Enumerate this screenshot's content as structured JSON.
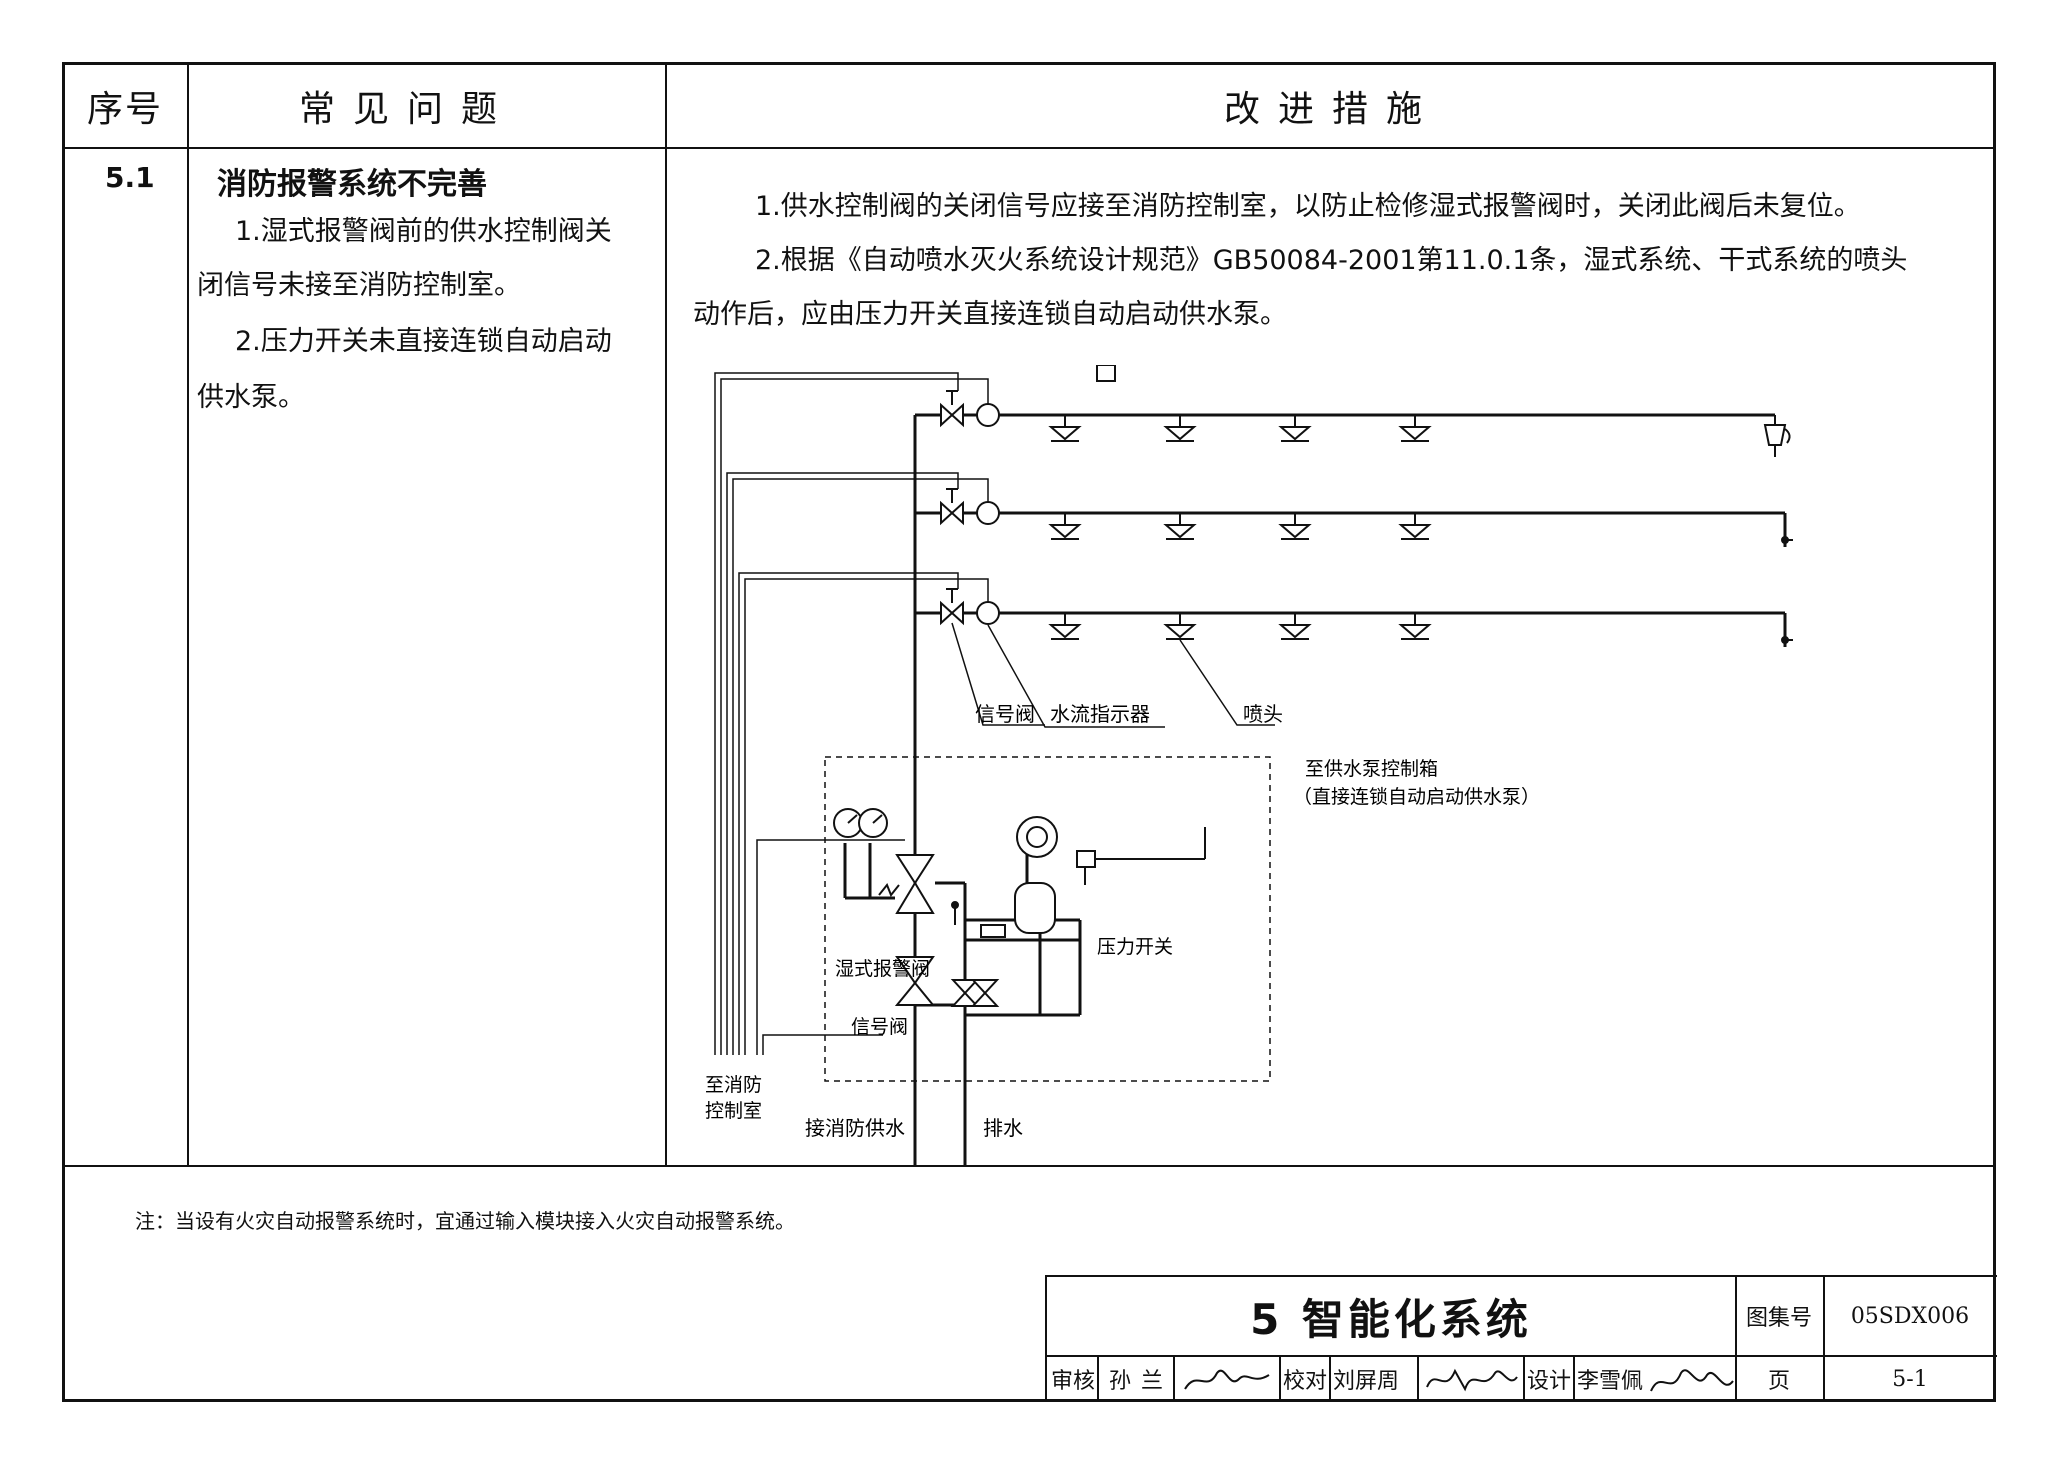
{
  "header": {
    "col_no": "序号",
    "col_problem": "常见问题",
    "col_measure": "改进措施"
  },
  "row": {
    "number": "5.1",
    "problem_title": "消防报警系统不完善",
    "problem_line1": "1.湿式报警阀前的供水控制阀关",
    "problem_line2": "闭信号未接至消防控制室。",
    "problem_line3": "2.压力开关未直接连锁自动启动",
    "problem_line4": "供水泵。",
    "measure_line1": "1.供水控制阀的关闭信号应接至消防控制室，以防止检修湿式报警阀时，关闭此阀后未复位。",
    "measure_line2": "2.根据《自动喷水灭火系统设计规范》GB50084-2001第11.0.1条，湿式系统、干式系统的喷头",
    "measure_line3": "动作后，应由压力开关直接连锁自动启动供水泵。"
  },
  "diagram": {
    "label_signal_valve": "信号阀",
    "label_flow_indicator": "水流指示器",
    "label_sprinkler": "喷头",
    "label_to_pump_box_1": "至供水泵控制箱",
    "label_to_pump_box_2": "（直接连锁自动启动供水泵）",
    "label_pressure_switch": "压力开关",
    "label_wet_alarm_valve": "湿式报警阀",
    "label_signal_valve_2": "信号阀",
    "label_fire_control_1": "至消防",
    "label_fire_control_2": "控制室",
    "label_fire_supply": "接消防供水",
    "label_drain": "排水"
  },
  "note": "注：当设有火灾自动报警系统时，宜通过输入模块接入火灾自动报警系统。",
  "title_block": {
    "title": "5  智能化系统",
    "atlas_label": "图集号",
    "atlas_value": "05SDX006",
    "review_label": "审核",
    "review_name": "孙兰",
    "check_label": "校对",
    "check_name": "刘屏周",
    "design_label": "设计",
    "design_name": "李雪佩",
    "page_label": "页",
    "page_value": "5-1"
  }
}
